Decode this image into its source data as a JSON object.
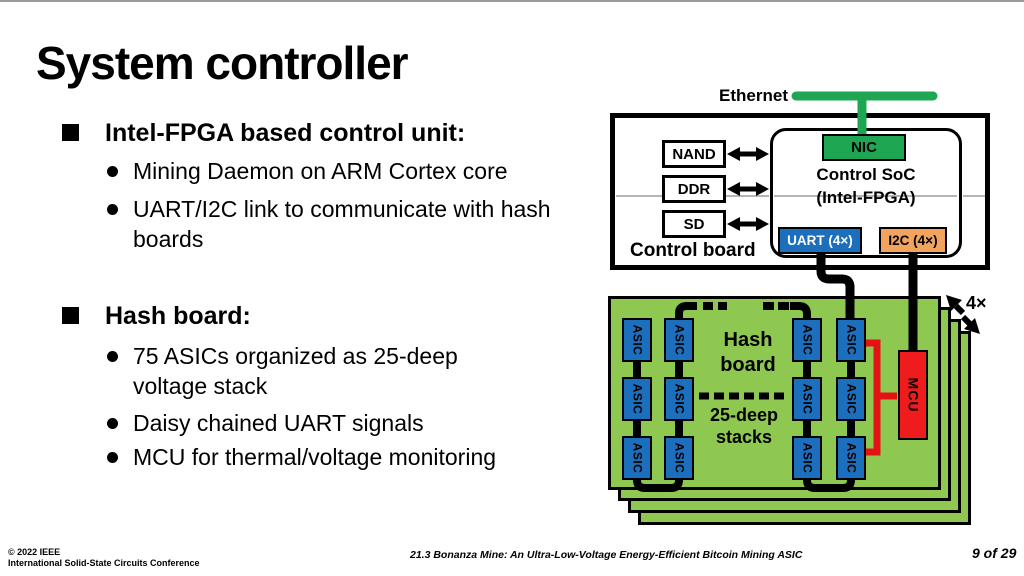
{
  "slide": {
    "title": "System controller",
    "sections": [
      {
        "heading": "Intel-FPGA based control unit:",
        "items": [
          "Mining Daemon on ARM Cortex core",
          "UART/I2C link to communicate with hash boards"
        ]
      },
      {
        "heading": "Hash board:",
        "items": [
          "75 ASICs organized as 25-deep voltage stack",
          "Daisy chained UART signals",
          "MCU for thermal/voltage monitoring"
        ]
      }
    ]
  },
  "diagram": {
    "ethernet_label": "Ethernet",
    "control_board": {
      "label": "Control board",
      "memory_blocks": [
        "NAND",
        "DDR",
        "SD"
      ],
      "soc_name_line1": "Control SoC",
      "soc_name_line2": "(Intel-FPGA)",
      "nic_label": "NIC",
      "uart_label": "UART (4×)",
      "i2c_label": "I2C (4×)"
    },
    "hash_board": {
      "label_line1": "Hash",
      "label_line2": "board",
      "stack_label_line1": "25-deep",
      "stack_label_line2": "stacks",
      "asic_label": "ASIC",
      "mcu_label": "MCU",
      "board_count_label": "4×"
    },
    "colors": {
      "nic_green": "#1ea652",
      "board_green": "#8fc850",
      "asic_blue": "#1b6fbd",
      "i2c_orange": "#f2a45f",
      "mcu_red": "#ee1c1c"
    }
  },
  "footer": {
    "copyright_line1": "© 2022 IEEE",
    "copyright_line2": "International Solid-State Circuits Conference",
    "paper_title": "21.3 Bonanza Mine: An Ultra-Low-Voltage Energy-Efficient Bitcoin Mining ASIC",
    "page_indicator": "9 of 29"
  }
}
